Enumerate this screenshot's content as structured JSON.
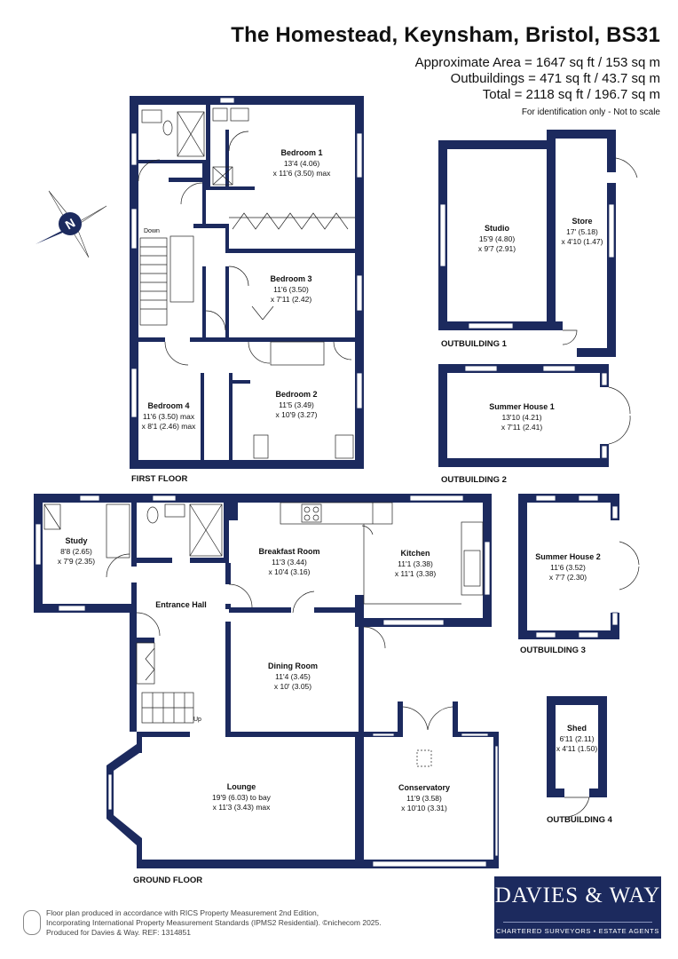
{
  "header": {
    "title": "The Homestead, Keynsham, Bristol, BS31",
    "area_lines": [
      "Approximate Area = 1647 sq ft / 153 sq m",
      "Outbuildings = 471 sq ft / 43.7 sq m",
      "Total = 2118 sq ft / 196.7 sq m"
    ],
    "identification": "For identification only - Not to scale"
  },
  "compass": {
    "letter": "N"
  },
  "floors": {
    "first": "FIRST FLOOR",
    "ground": "GROUND FLOOR"
  },
  "outbuilding_labels": {
    "o1": "OUTBUILDING 1",
    "o2": "OUTBUILDING 2",
    "o3": "OUTBUILDING 3",
    "o4": "OUTBUILDING 4"
  },
  "rooms": {
    "bedroom1": {
      "name": "Bedroom 1",
      "dim1": "13'4 (4.06)",
      "dim2": "x 11'6 (3.50) max"
    },
    "bedroom3": {
      "name": "Bedroom 3",
      "dim1": "11'6 (3.50)",
      "dim2": "x 7'11 (2.42)"
    },
    "bedroom2": {
      "name": "Bedroom 2",
      "dim1": "11'5 (3.49)",
      "dim2": "x 10'9 (3.27)"
    },
    "bedroom4": {
      "name": "Bedroom 4",
      "dim1": "11'6 (3.50) max",
      "dim2": "x 8'1 (2.46) max"
    },
    "studio": {
      "name": "Studio",
      "dim1": "15'9 (4.80)",
      "dim2": "x 9'7 (2.91)"
    },
    "store": {
      "name": "Store",
      "dim1": "17' (5.18)",
      "dim2": "x 4'10 (1.47)"
    },
    "summer1": {
      "name": "Summer House 1",
      "dim1": "13'10 (4.21)",
      "dim2": "x 7'11 (2.41)"
    },
    "study": {
      "name": "Study",
      "dim1": "8'8 (2.65)",
      "dim2": "x 7'9 (2.35)"
    },
    "breakfast": {
      "name": "Breakfast Room",
      "dim1": "11'3 (3.44)",
      "dim2": "x 10'4 (3.16)"
    },
    "kitchen": {
      "name": "Kitchen",
      "dim1": "11'1 (3.38)",
      "dim2": "x 11'1 (3.38)"
    },
    "summer2": {
      "name": "Summer House 2",
      "dim1": "11'6 (3.52)",
      "dim2": "x 7'7 (2.30)"
    },
    "hall": {
      "name": "Entrance Hall"
    },
    "dining": {
      "name": "Dining Room",
      "dim1": "11'4 (3.45)",
      "dim2": "x 10' (3.05)"
    },
    "lounge": {
      "name": "Lounge",
      "dim1": "19'9 (6.03) to bay",
      "dim2": "x 11'3 (3.43) max"
    },
    "conservatory": {
      "name": "Conservatory",
      "dim1": "11'9 (3.58)",
      "dim2": "x 10'10 (3.31)"
    },
    "shed": {
      "name": "Shed",
      "dim1": "6'11 (2.11)",
      "dim2": "x 4'11 (1.50)"
    }
  },
  "stairs": {
    "down": "Down",
    "up": "Up"
  },
  "footer": {
    "lines": [
      "Floor plan produced in accordance with RICS Property Measurement 2nd Edition,",
      "Incorporating International Property Measurement Standards (IPMS2 Residential).  ©nichecom 2025.",
      "Produced for Davies & Way.   REF:  1314851"
    ]
  },
  "logo": {
    "brand": "DAVIES & WAY",
    "tagline": "CHARTERED SURVEYORS • ESTATE AGENTS",
    "color": "#1c2a5e"
  },
  "colors": {
    "wall": "#1c2a5e",
    "window": "#ffffff"
  }
}
